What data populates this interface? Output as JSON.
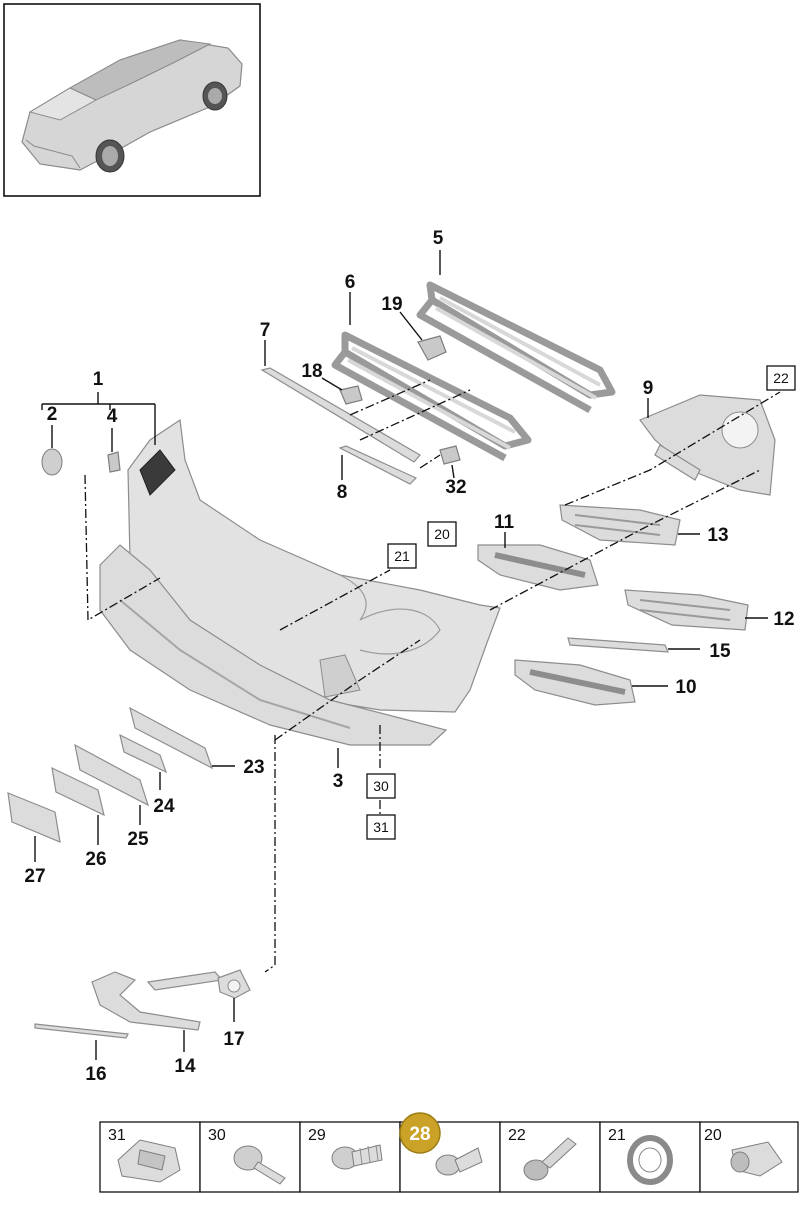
{
  "callouts": {
    "p1": "1",
    "p2": "2",
    "p3": "3",
    "p4": "4",
    "p5": "5",
    "p6": "6",
    "p7": "7",
    "p8": "8",
    "p9": "9",
    "p10": "10",
    "p11": "11",
    "p12": "12",
    "p13": "13",
    "p14": "14",
    "p15": "15",
    "p16": "16",
    "p17": "17",
    "p18": "18",
    "p19": "19",
    "p23": "23",
    "p24": "24",
    "p25": "25",
    "p26": "26",
    "p27": "27",
    "p32": "32"
  },
  "boxed_callouts": {
    "b20": "20",
    "b21": "21",
    "b22": "22",
    "b30": "30",
    "b31": "31"
  },
  "fastener_strip": {
    "cells": [
      {
        "label": "31",
        "icon": "clip-nut-icon",
        "highlighted": false
      },
      {
        "label": "30",
        "icon": "expansion-rivet-icon",
        "highlighted": false
      },
      {
        "label": "29",
        "icon": "sheet-metal-screw-icon",
        "highlighted": false
      },
      {
        "label": "28",
        "icon": "push-rivet-icon",
        "highlighted": true
      },
      {
        "label": "22",
        "icon": "flange-bolt-icon",
        "highlighted": false
      },
      {
        "label": "21",
        "icon": "grommet-ring-icon",
        "highlighted": false
      },
      {
        "label": "20",
        "icon": "parking-sensor-icon",
        "highlighted": false
      }
    ],
    "highlight_color": "#c9a227"
  },
  "colors": {
    "part_fill": "#dcdcdc",
    "part_stroke": "#8d8d8d",
    "line": "#111111"
  }
}
